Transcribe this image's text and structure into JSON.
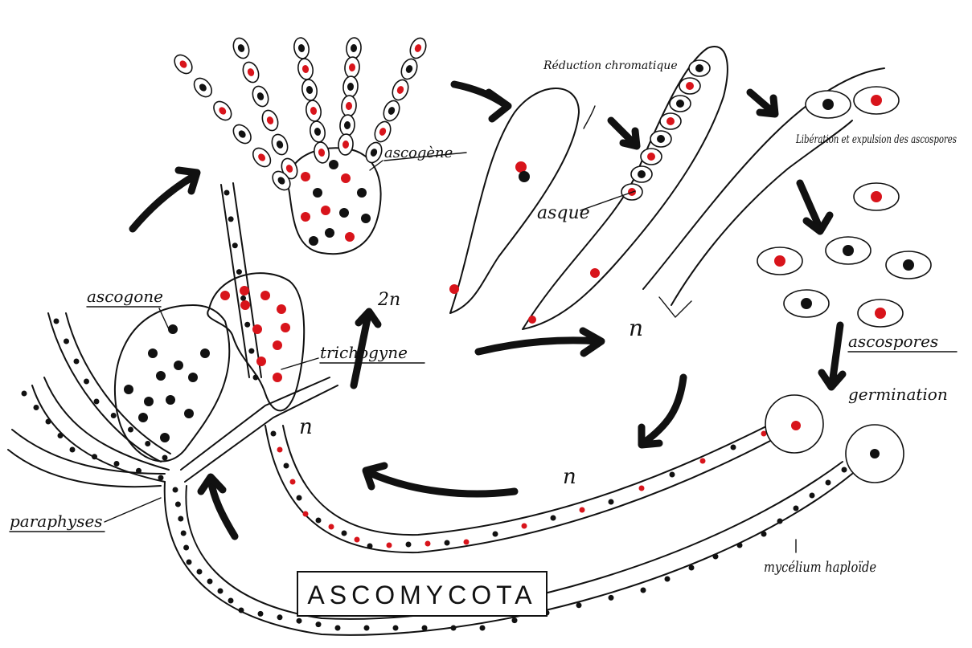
{
  "title": "ASCOMYCOTA",
  "labels": {
    "ascogone": "ascogone",
    "trichogyne": "trichogyne",
    "paraphyses": "paraphyses",
    "ascogenous": "ascogène",
    "asque": "asque",
    "reduction": "Réduction chromatique",
    "liberation": "Libération et expulsion des ascospores",
    "ascospores": "ascospores",
    "germination": "germination",
    "mycelium": "mycélium haploïde",
    "n_a": "n",
    "n_b": "2n",
    "n_c": "n",
    "n_d": "n"
  },
  "colors": {
    "ink": "#111111",
    "red": "#d8141b"
  }
}
